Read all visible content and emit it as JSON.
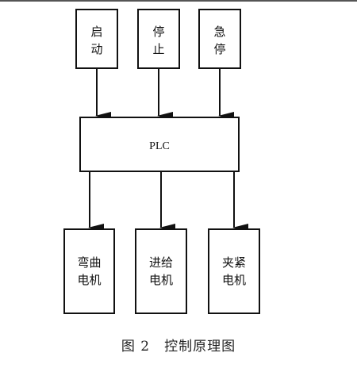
{
  "diagram": {
    "inputs": [
      {
        "id": "start",
        "lines": [
          "启",
          "动"
        ]
      },
      {
        "id": "stop",
        "lines": [
          "停",
          "止"
        ]
      },
      {
        "id": "estop",
        "lines": [
          "急",
          "停"
        ]
      }
    ],
    "controller": {
      "label": "PLC"
    },
    "outputs": [
      {
        "id": "bend-motor",
        "lines": [
          "弯曲",
          "电机"
        ]
      },
      {
        "id": "feed-motor",
        "lines": [
          "进给",
          "电机"
        ]
      },
      {
        "id": "clamp-motor",
        "lines": [
          "夹紧",
          "电机"
        ]
      }
    ],
    "colors": {
      "stroke": "#111111",
      "background": "#ffffff"
    }
  },
  "caption": {
    "number": "图 2",
    "title": "控制原理图"
  }
}
